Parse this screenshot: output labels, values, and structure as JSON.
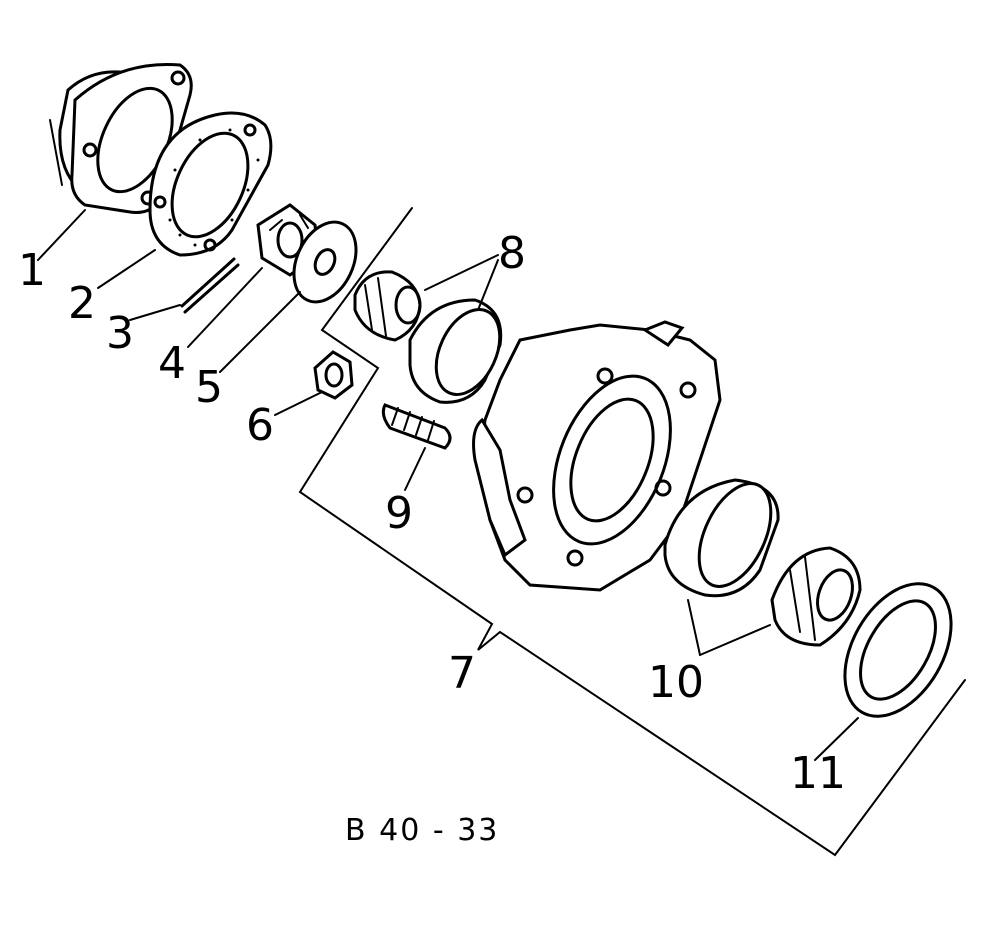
{
  "diagram": {
    "figure_code": "B40-33",
    "figure_code_display": "B 40 - 33",
    "callouts": [
      {
        "id": "1",
        "label": "1"
      },
      {
        "id": "2",
        "label": "2"
      },
      {
        "id": "3",
        "label": "3"
      },
      {
        "id": "4",
        "label": "4"
      },
      {
        "id": "5",
        "label": "5"
      },
      {
        "id": "6",
        "label": "6"
      },
      {
        "id": "7",
        "label": "7"
      },
      {
        "id": "8",
        "label": "8"
      },
      {
        "id": "9",
        "label": "9"
      },
      {
        "id": "10",
        "label": "10"
      },
      {
        "id": "11",
        "label": "11"
      }
    ]
  }
}
